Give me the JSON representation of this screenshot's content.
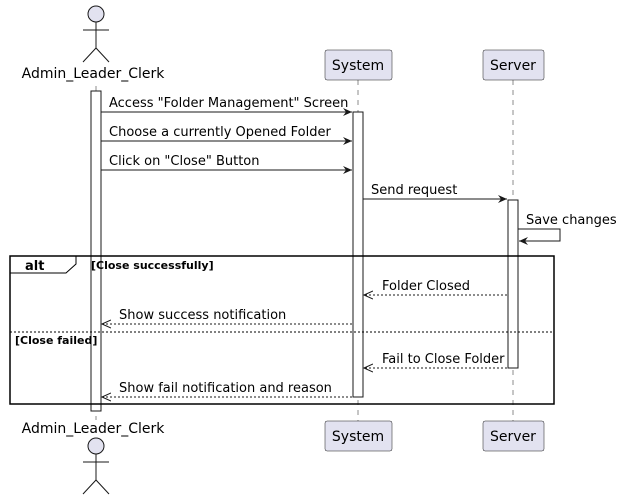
{
  "participants": {
    "actor": "Admin_Leader_Clerk",
    "system": "System",
    "server": "Server"
  },
  "messages": [
    {
      "from": "actor",
      "to": "system",
      "label": "Access \"Folder Management\" Screen",
      "type": "sync"
    },
    {
      "from": "actor",
      "to": "system",
      "label": "Choose a currently Opened Folder",
      "type": "sync"
    },
    {
      "from": "actor",
      "to": "system",
      "label": "Click on \"Close\" Button",
      "type": "sync"
    },
    {
      "from": "system",
      "to": "server",
      "label": "Send request",
      "type": "sync"
    },
    {
      "from": "server",
      "to": "server",
      "label": "Save changes",
      "type": "self"
    },
    {
      "from": "server",
      "to": "system",
      "label": "Folder Closed",
      "type": "return"
    },
    {
      "from": "system",
      "to": "actor",
      "label": "Show success notification",
      "type": "return"
    },
    {
      "from": "server",
      "to": "system",
      "label": "Fail to Close Folder",
      "type": "return"
    },
    {
      "from": "system",
      "to": "actor",
      "label": "Show fail notification and reason",
      "type": "return"
    }
  ],
  "alt": {
    "keyword": "alt",
    "guard_success": "[Close successfully]",
    "guard_failed": "[Close failed]"
  },
  "colors": {
    "participant_fill": "#E2E2F0",
    "participant_stroke": "#181818",
    "lifeline": "#181818",
    "activation_fill": "#ffffff"
  }
}
